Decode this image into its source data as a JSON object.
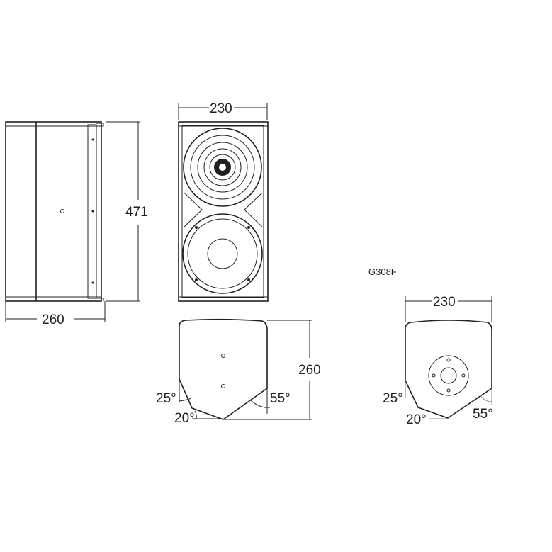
{
  "model": "G308F",
  "side_view": {
    "height_dim": "471",
    "depth_dim": "260"
  },
  "front_view": {
    "width_dim": "230"
  },
  "bottom_view": {
    "depth_dim": "260",
    "angles": [
      "25°",
      "20°",
      "55°"
    ]
  },
  "right_bottom_view": {
    "width_dim": "230",
    "angles": [
      "25°",
      "20°",
      "55°"
    ]
  }
}
